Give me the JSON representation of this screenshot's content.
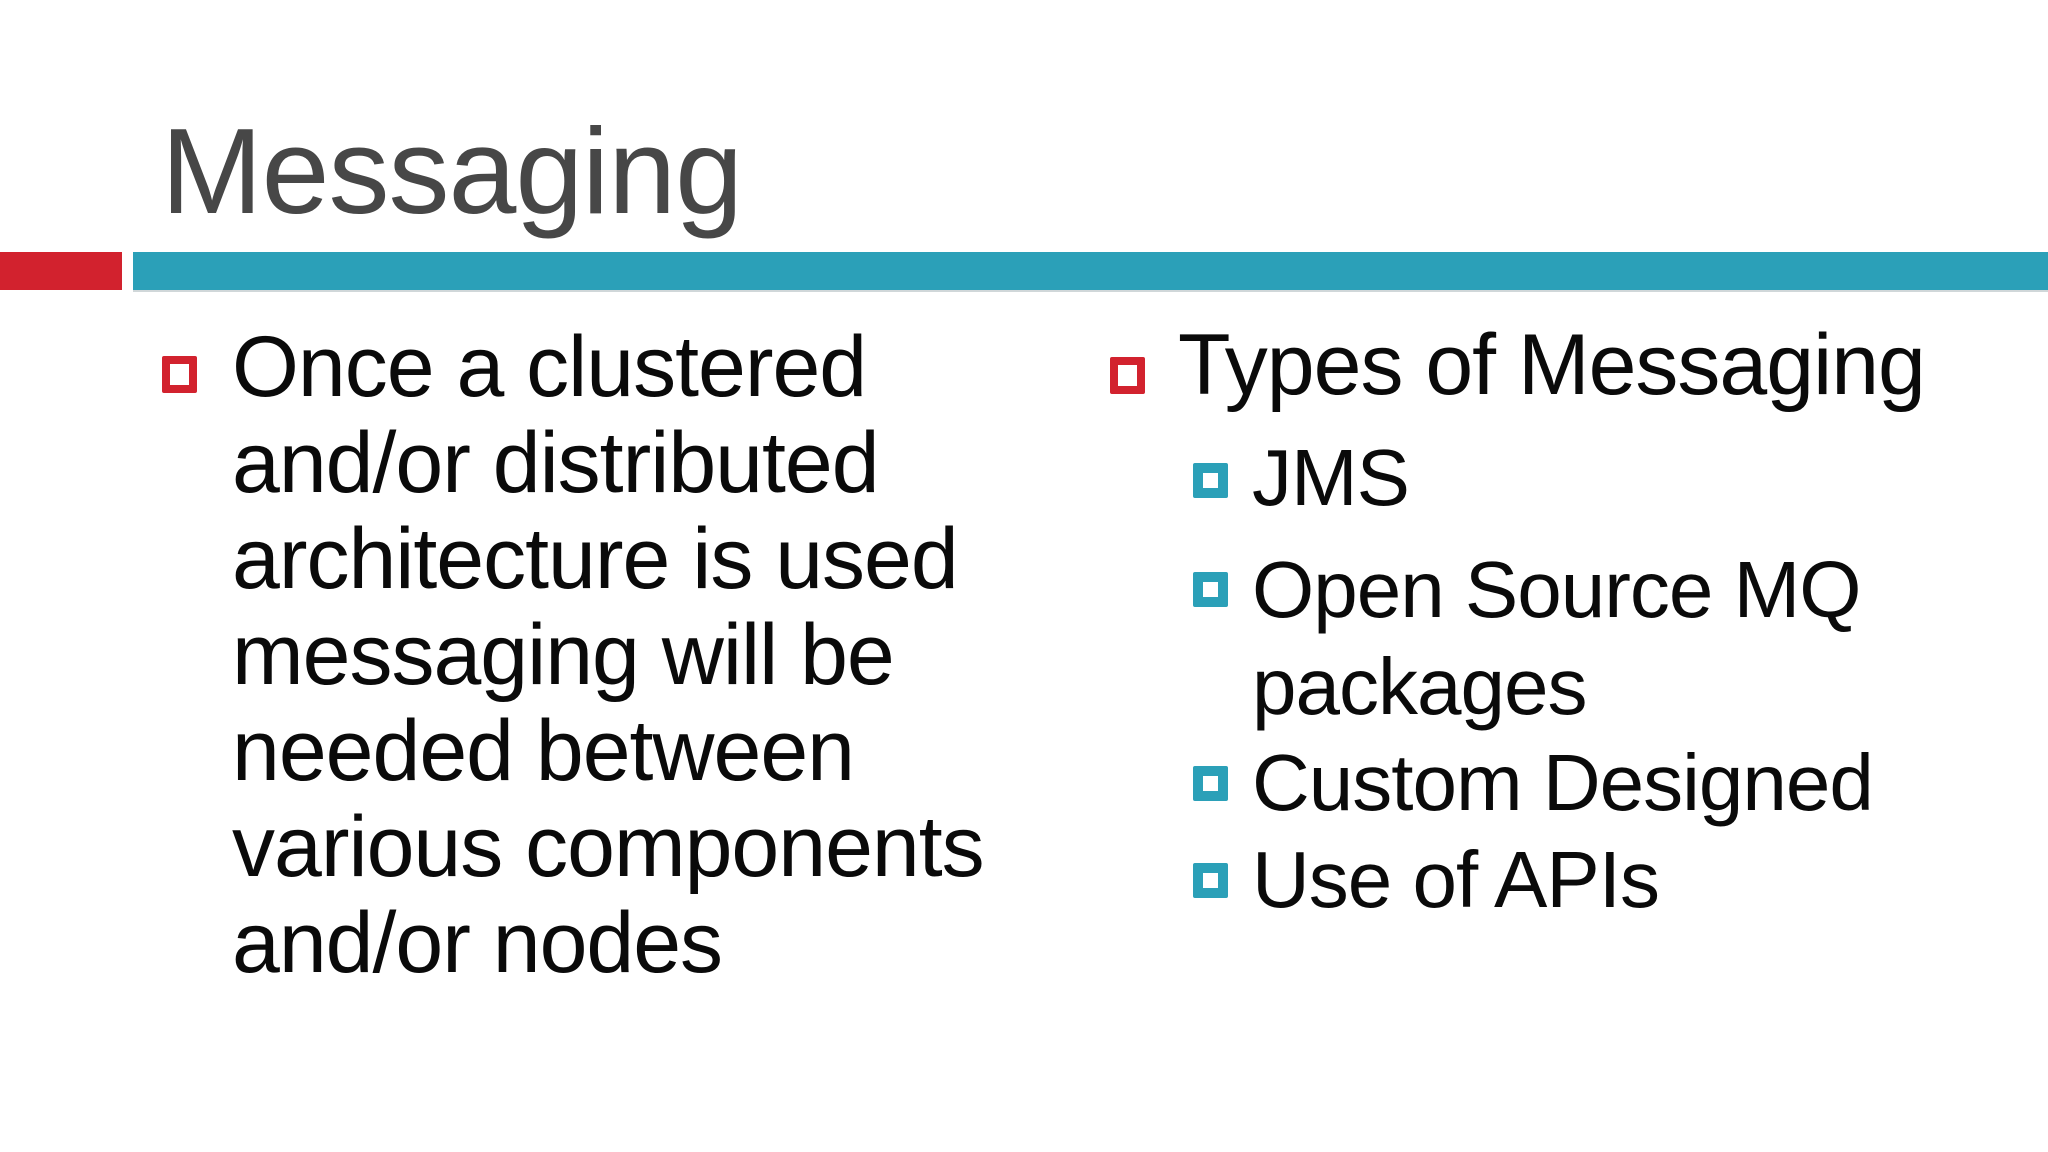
{
  "slide": {
    "title": "Messaging",
    "colors": {
      "accent_red": "#d2222e",
      "accent_teal": "#2ba0b8",
      "title_gray": "#474747",
      "body_text": "#0a0a0a",
      "background": "#ffffff"
    },
    "left_bullet": {
      "lines": [
        "Once a clustered",
        "and/or distributed",
        "architecture is used",
        "messaging will be",
        "needed between",
        "various components",
        "and/or nodes"
      ]
    },
    "right": {
      "header": "Types of Messaging",
      "items": [
        {
          "lines": [
            "JMS"
          ]
        },
        {
          "lines": [
            "Open Source MQ",
            "packages"
          ]
        },
        {
          "lines": [
            "Custom Designed"
          ]
        },
        {
          "lines": [
            "Use of APIs"
          ]
        }
      ]
    }
  }
}
